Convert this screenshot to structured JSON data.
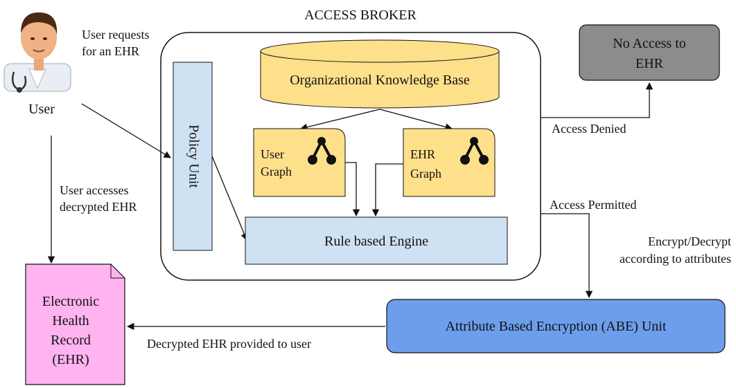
{
  "title": "ACCESS BROKER",
  "user": {
    "label": "User",
    "request_lines": [
      "User requests",
      "for an EHR"
    ]
  },
  "access_lines": [
    "User accesses",
    "decrypted EHR"
  ],
  "policy_unit": {
    "label": "Policy Unit"
  },
  "knowledge_base": {
    "label": "Organizational Knowledge Base"
  },
  "user_graph": {
    "lines": [
      "User",
      "Graph"
    ]
  },
  "ehr_graph": {
    "lines": [
      "EHR",
      "Graph"
    ]
  },
  "rule_engine": {
    "label": "Rule based Engine"
  },
  "no_access": {
    "lines": [
      "No Access to",
      "EHR"
    ]
  },
  "access_denied": "Access Denied",
  "access_permitted": "Access Permitted",
  "encrypt_lines": [
    "Encrypt/Decrypt",
    "according to attributes"
  ],
  "abe_unit": {
    "label": "Attribute Based Encryption (ABE) Unit"
  },
  "ehr_doc": {
    "lines": [
      "Electronic",
      "Health",
      "Record",
      "(EHR)"
    ]
  },
  "provided_label": "Decrypted EHR provided to user",
  "colors": {
    "policy_fill": "#cfe2f3",
    "engine_fill": "#cfe2f3",
    "kb_fill": "#ffe08a",
    "graph_fill": "#ffe08a",
    "no_access_fill": "#8c8c8c",
    "abe_fill": "#6d9eeb",
    "ehr_fill": "#ffb3f0"
  }
}
